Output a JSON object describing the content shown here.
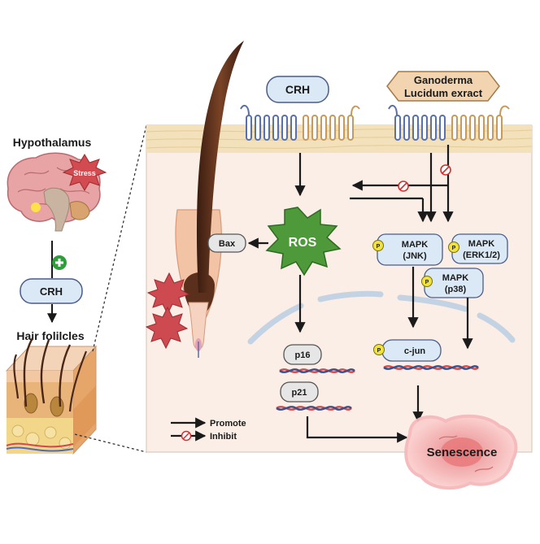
{
  "left_panel": {
    "hypothalamus": "Hypothalamus",
    "stress": "Stress",
    "crh": "CRH",
    "hair_follicles": "Hair folilcles"
  },
  "receptors": {
    "crh": "CRH",
    "ganoderma_line1": "Ganoderma",
    "ganoderma_line2": "Lucidum exract"
  },
  "nodes": {
    "ros": "ROS",
    "bax": "Bax",
    "mapk_jnk_line1": "MAPK",
    "mapk_jnk_line2": "(JNK)",
    "mapk_erk_line1": "MAPK",
    "mapk_erk_line2": "(ERK1/2)",
    "mapk_p38_line1": "MAPK",
    "mapk_p38_line2": "(p38)",
    "phospho": "P",
    "p16": "p16",
    "p21": "p21",
    "cjun": "c-jun",
    "senescence": "Senescence"
  },
  "legend": {
    "promote": "Promote",
    "inhibit": "Inhibit"
  },
  "colors": {
    "cell_bg": "#fbeee6",
    "membrane": "#f3e1bc",
    "receptor_blue": "#5b6fa8",
    "receptor_tan": "#c79a5a",
    "ros_green": "#4e9a3a",
    "mapk_fill": "#dbe9f7",
    "phospho_yellow": "#f2e33a",
    "inhibit_red": "#d32f2f",
    "senescence_pink": "#f4a6a8",
    "hair_brown": "#5a2f1c"
  }
}
